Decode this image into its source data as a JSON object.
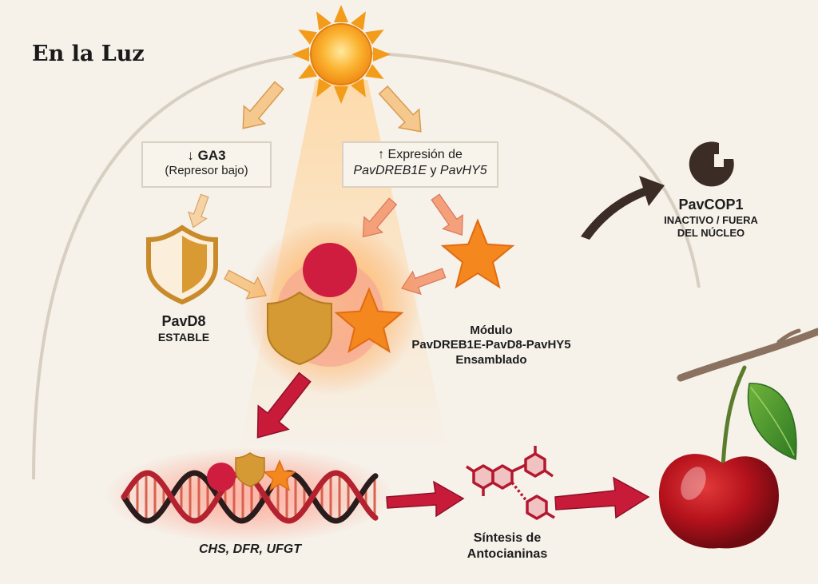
{
  "title": "En la Luz",
  "ga3_box": {
    "line1": "↓ GA3",
    "line2": "(Represor bajo)"
  },
  "expr_box": {
    "line1": "↑ Expresión de",
    "gene1": "PavDREB1E",
    "conj": "y",
    "gene2": "PavHY5"
  },
  "pavd8": {
    "name": "PavD8",
    "state": "ESTABLE"
  },
  "module": {
    "line1": "Módulo",
    "line2": "PavDREB1E-PavD8-PavHY5",
    "line3": "Ensamblado"
  },
  "cop1": {
    "name": "PavCOP1",
    "line1": "INACTIVO / FUERA",
    "line2": "DEL NÚCLEO"
  },
  "genes": "CHS, DFR, UFGT",
  "synthesis": {
    "line1": "Síntesis de",
    "line2": "Antocianinas"
  },
  "colors": {
    "background": "#f6f1e9",
    "sun": "#f7a21b",
    "arrow_light": "#f3c186",
    "arrow_salmon": "#ef8a68",
    "crimson": "#cf1d3f",
    "gold": "#d59a33",
    "star": "#f5871f",
    "cherry": "#b5121c",
    "dark": "#3b2c25"
  }
}
